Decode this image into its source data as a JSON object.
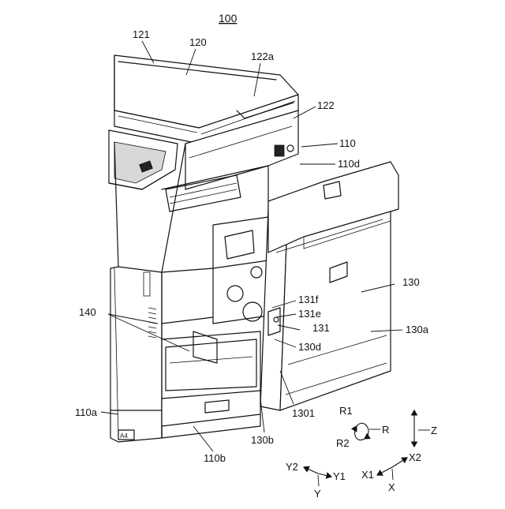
{
  "figure_number": "100",
  "reference_labels": {
    "r121": "121",
    "r120": "120",
    "r122a": "122a",
    "r122": "122",
    "r110": "110",
    "r110d": "110d",
    "r130": "130",
    "r130a": "130a",
    "r131f": "131f",
    "r131e": "131e",
    "r131": "131",
    "r130d": "130d",
    "r140": "140",
    "r110a": "110a",
    "r110b": "110b",
    "r130b": "130b",
    "r1301": "1301"
  },
  "tray_marking": "A4",
  "axes": {
    "R1": "R1",
    "R2": "R2",
    "R": "R",
    "Z": "Z",
    "X2": "X2",
    "X1": "X1",
    "X": "X",
    "Y2": "Y2",
    "Y1": "Y1",
    "Y": "Y"
  }
}
